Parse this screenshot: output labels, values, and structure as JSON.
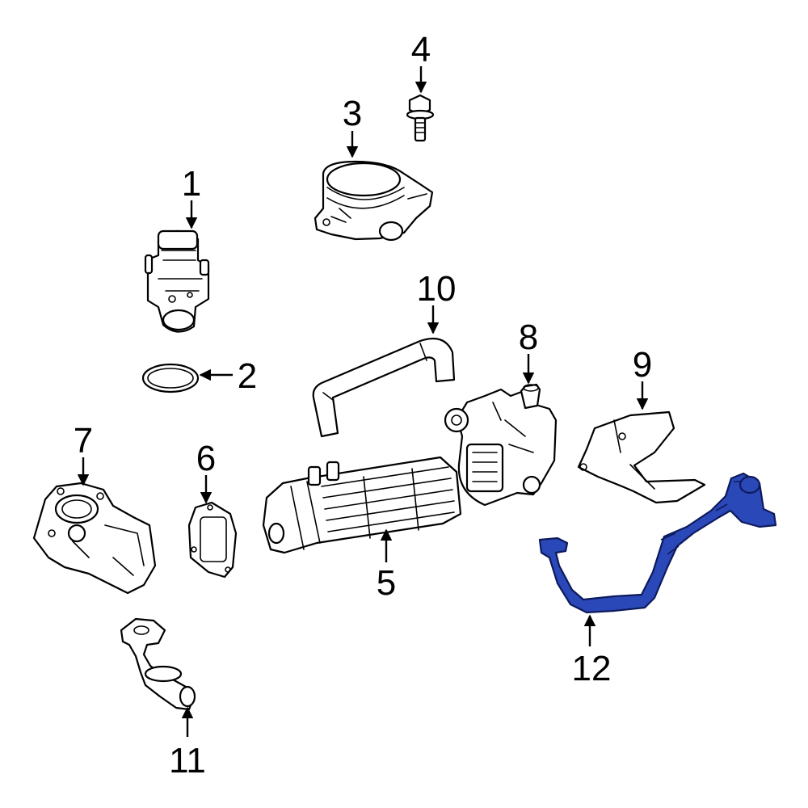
{
  "diagram": {
    "highlight_color": "#2b48b8",
    "callouts": [
      {
        "id": "1",
        "label": "1"
      },
      {
        "id": "2",
        "label": "2"
      },
      {
        "id": "3",
        "label": "3"
      },
      {
        "id": "4",
        "label": "4"
      },
      {
        "id": "5",
        "label": "5"
      },
      {
        "id": "6",
        "label": "6"
      },
      {
        "id": "7",
        "label": "7"
      },
      {
        "id": "8",
        "label": "8"
      },
      {
        "id": "9",
        "label": "9"
      },
      {
        "id": "10",
        "label": "10"
      },
      {
        "id": "11",
        "label": "11"
      },
      {
        "id": "12",
        "label": "12"
      }
    ],
    "highlighted_part": "12"
  }
}
